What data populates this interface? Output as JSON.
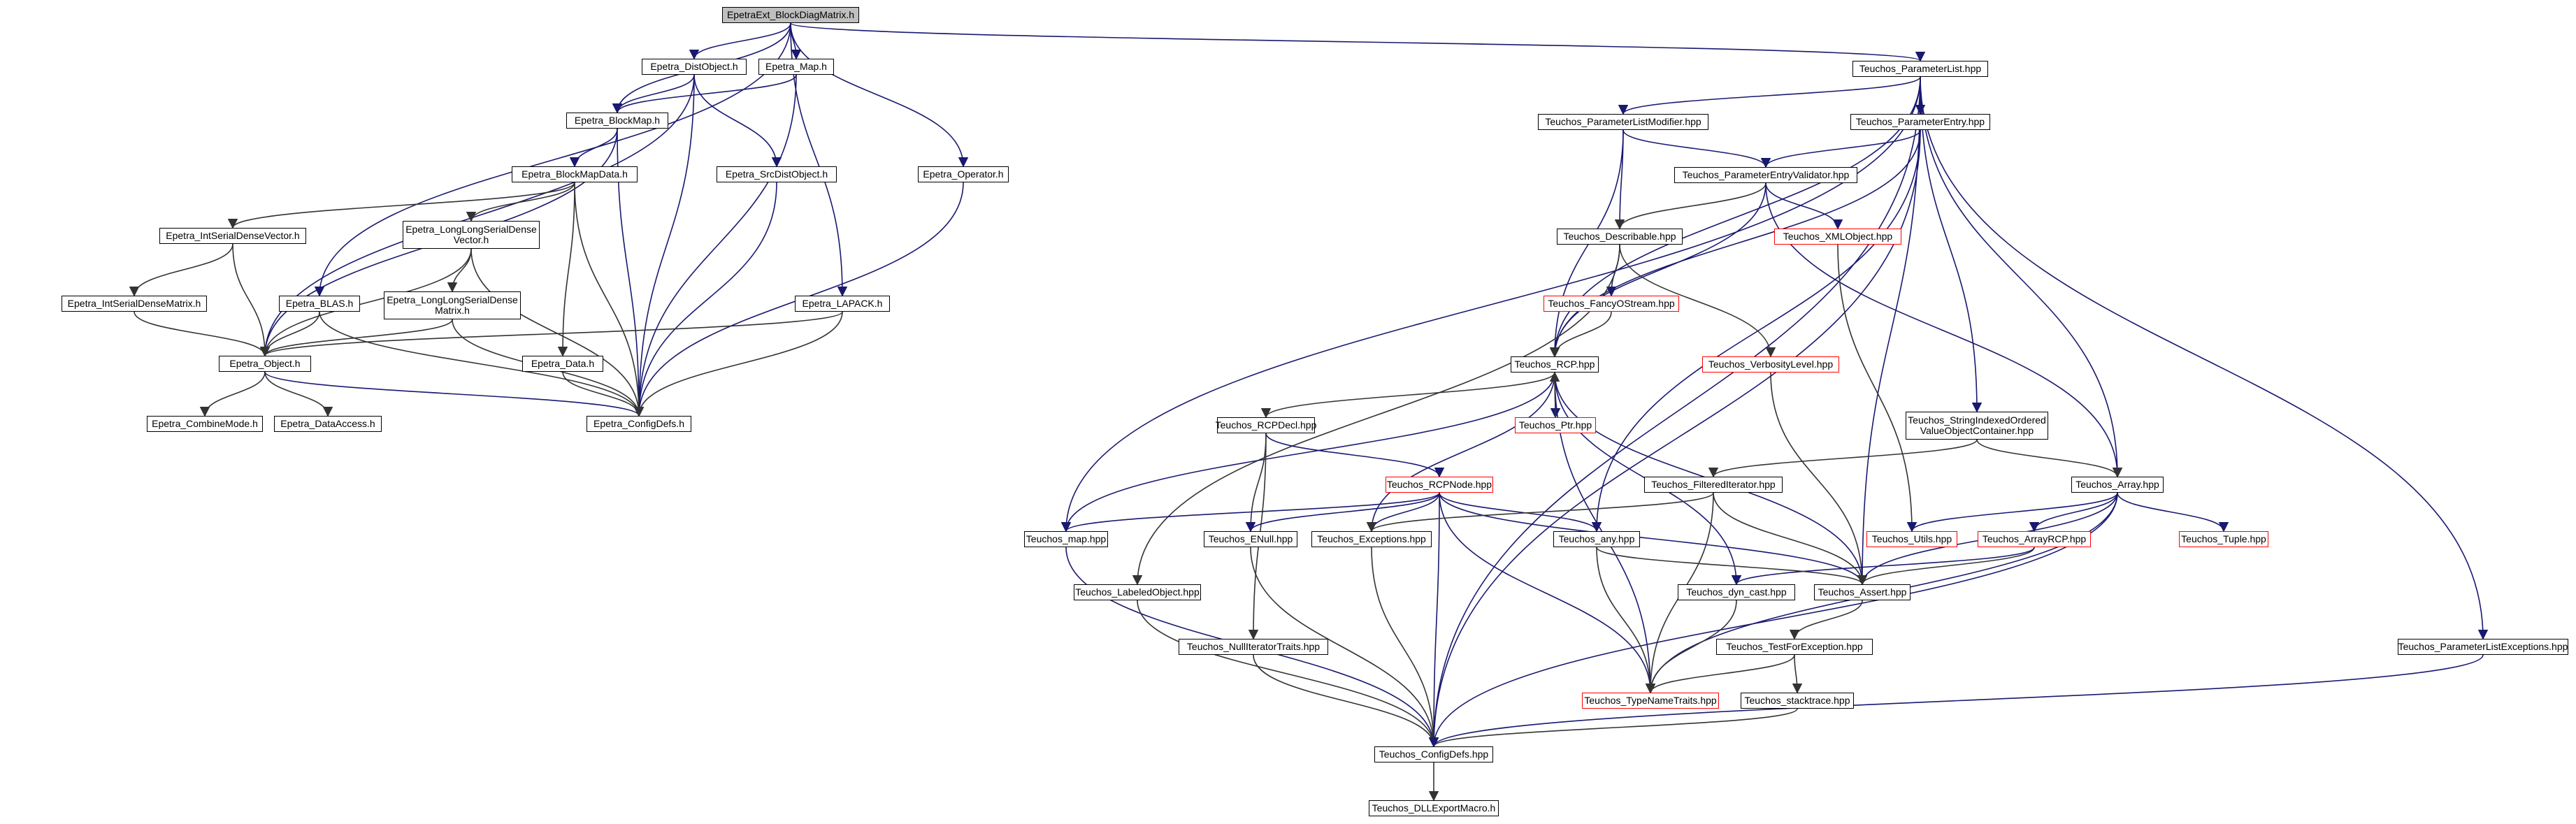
{
  "colors": {
    "blue_edge": "#191970",
    "dark_edge": "#333333",
    "partial_node_border": "#ff0000",
    "root_fill": "#bfbfbf"
  },
  "nodes": [
    {
      "id": "root",
      "label": "EpetraExt_BlockDiagMatrix.h"
    },
    {
      "id": "distobj",
      "label": "Epetra_DistObject.h"
    },
    {
      "id": "map",
      "label": "Epetra_Map.h"
    },
    {
      "id": "blockmap",
      "label": "Epetra_BlockMap.h"
    },
    {
      "id": "blockmapdata",
      "label": "Epetra_BlockMapData.h"
    },
    {
      "id": "srcdist",
      "label": "Epetra_SrcDistObject.h"
    },
    {
      "id": "operator",
      "label": "Epetra_Operator.h"
    },
    {
      "id": "intvec",
      "label": "Epetra_IntSerialDenseVector.h"
    },
    {
      "id": "llvec",
      "label": "Epetra_LongLongSerialDense Vector.h"
    },
    {
      "id": "intmat",
      "label": "Epetra_IntSerialDenseMatrix.h"
    },
    {
      "id": "llmat",
      "label": "Epetra_LongLongSerialDense Matrix.h"
    },
    {
      "id": "blas",
      "label": "Epetra_BLAS.h"
    },
    {
      "id": "lapack",
      "label": "Epetra_LAPACK.h"
    },
    {
      "id": "object",
      "label": "Epetra_Object.h"
    },
    {
      "id": "data",
      "label": "Epetra_Data.h"
    },
    {
      "id": "configdefs",
      "label": "Epetra_ConfigDefs.h"
    },
    {
      "id": "combinemode",
      "label": "Epetra_CombineMode.h"
    },
    {
      "id": "dataaccess",
      "label": "Epetra_DataAccess.h"
    },
    {
      "id": "plist",
      "label": "Teuchos_ParameterList.hpp"
    },
    {
      "id": "plistmod",
      "label": "Teuchos_ParameterListModifier.hpp"
    },
    {
      "id": "pentry",
      "label": "Teuchos_ParameterEntry.hpp"
    },
    {
      "id": "pev",
      "label": "Teuchos_ParameterEntryValidator.hpp"
    },
    {
      "id": "desc",
      "label": "Teuchos_Describable.hpp"
    },
    {
      "id": "xml",
      "label": "Teuchos_XMLObject.hpp"
    },
    {
      "id": "fancy",
      "label": "Teuchos_FancyOStream.hpp"
    },
    {
      "id": "verb",
      "label": "Teuchos_VerbosityLevel.hpp"
    },
    {
      "id": "rcp",
      "label": "Teuchos_RCP.hpp"
    },
    {
      "id": "ptr",
      "label": "Teuchos_Ptr.hpp"
    },
    {
      "id": "rcpdecl",
      "label": "Teuchos_RCPDecl.hpp"
    },
    {
      "id": "rcpnode",
      "label": "Teuchos_RCPNode.hpp"
    },
    {
      "id": "sio",
      "label": "Teuchos_StringIndexedOrdered ValueObjectContainer.hpp"
    },
    {
      "id": "filt",
      "label": "Teuchos_FilteredIterator.hpp"
    },
    {
      "id": "array",
      "label": "Teuchos_Array.hpp"
    },
    {
      "id": "tmap",
      "label": "Teuchos_map.hpp"
    },
    {
      "id": "enull",
      "label": "Teuchos_ENull.hpp"
    },
    {
      "id": "exc",
      "label": "Teuchos_Exceptions.hpp"
    },
    {
      "id": "any",
      "label": "Teuchos_any.hpp"
    },
    {
      "id": "utils",
      "label": "Teuchos_Utils.hpp"
    },
    {
      "id": "arcp",
      "label": "Teuchos_ArrayRCP.hpp"
    },
    {
      "id": "tuple",
      "label": "Teuchos_Tuple.hpp"
    },
    {
      "id": "labeled",
      "label": "Teuchos_LabeledObject.hpp"
    },
    {
      "id": "dyncast",
      "label": "Teuchos_dyn_cast.hpp"
    },
    {
      "id": "assert",
      "label": "Teuchos_Assert.hpp"
    },
    {
      "id": "nullit",
      "label": "Teuchos_NullIteratorTraits.hpp"
    },
    {
      "id": "testfor",
      "label": "Teuchos_TestForException.hpp"
    },
    {
      "id": "plexc",
      "label": "Teuchos_ParameterListExceptions.hpp"
    },
    {
      "id": "typename",
      "label": "Teuchos_TypeNameTraits.hpp"
    },
    {
      "id": "stack",
      "label": "Teuchos_stacktrace.hpp"
    },
    {
      "id": "tconfig",
      "label": "Teuchos_ConfigDefs.hpp"
    },
    {
      "id": "dll",
      "label": "Teuchos_DLLExportMacro.h"
    }
  ]
}
